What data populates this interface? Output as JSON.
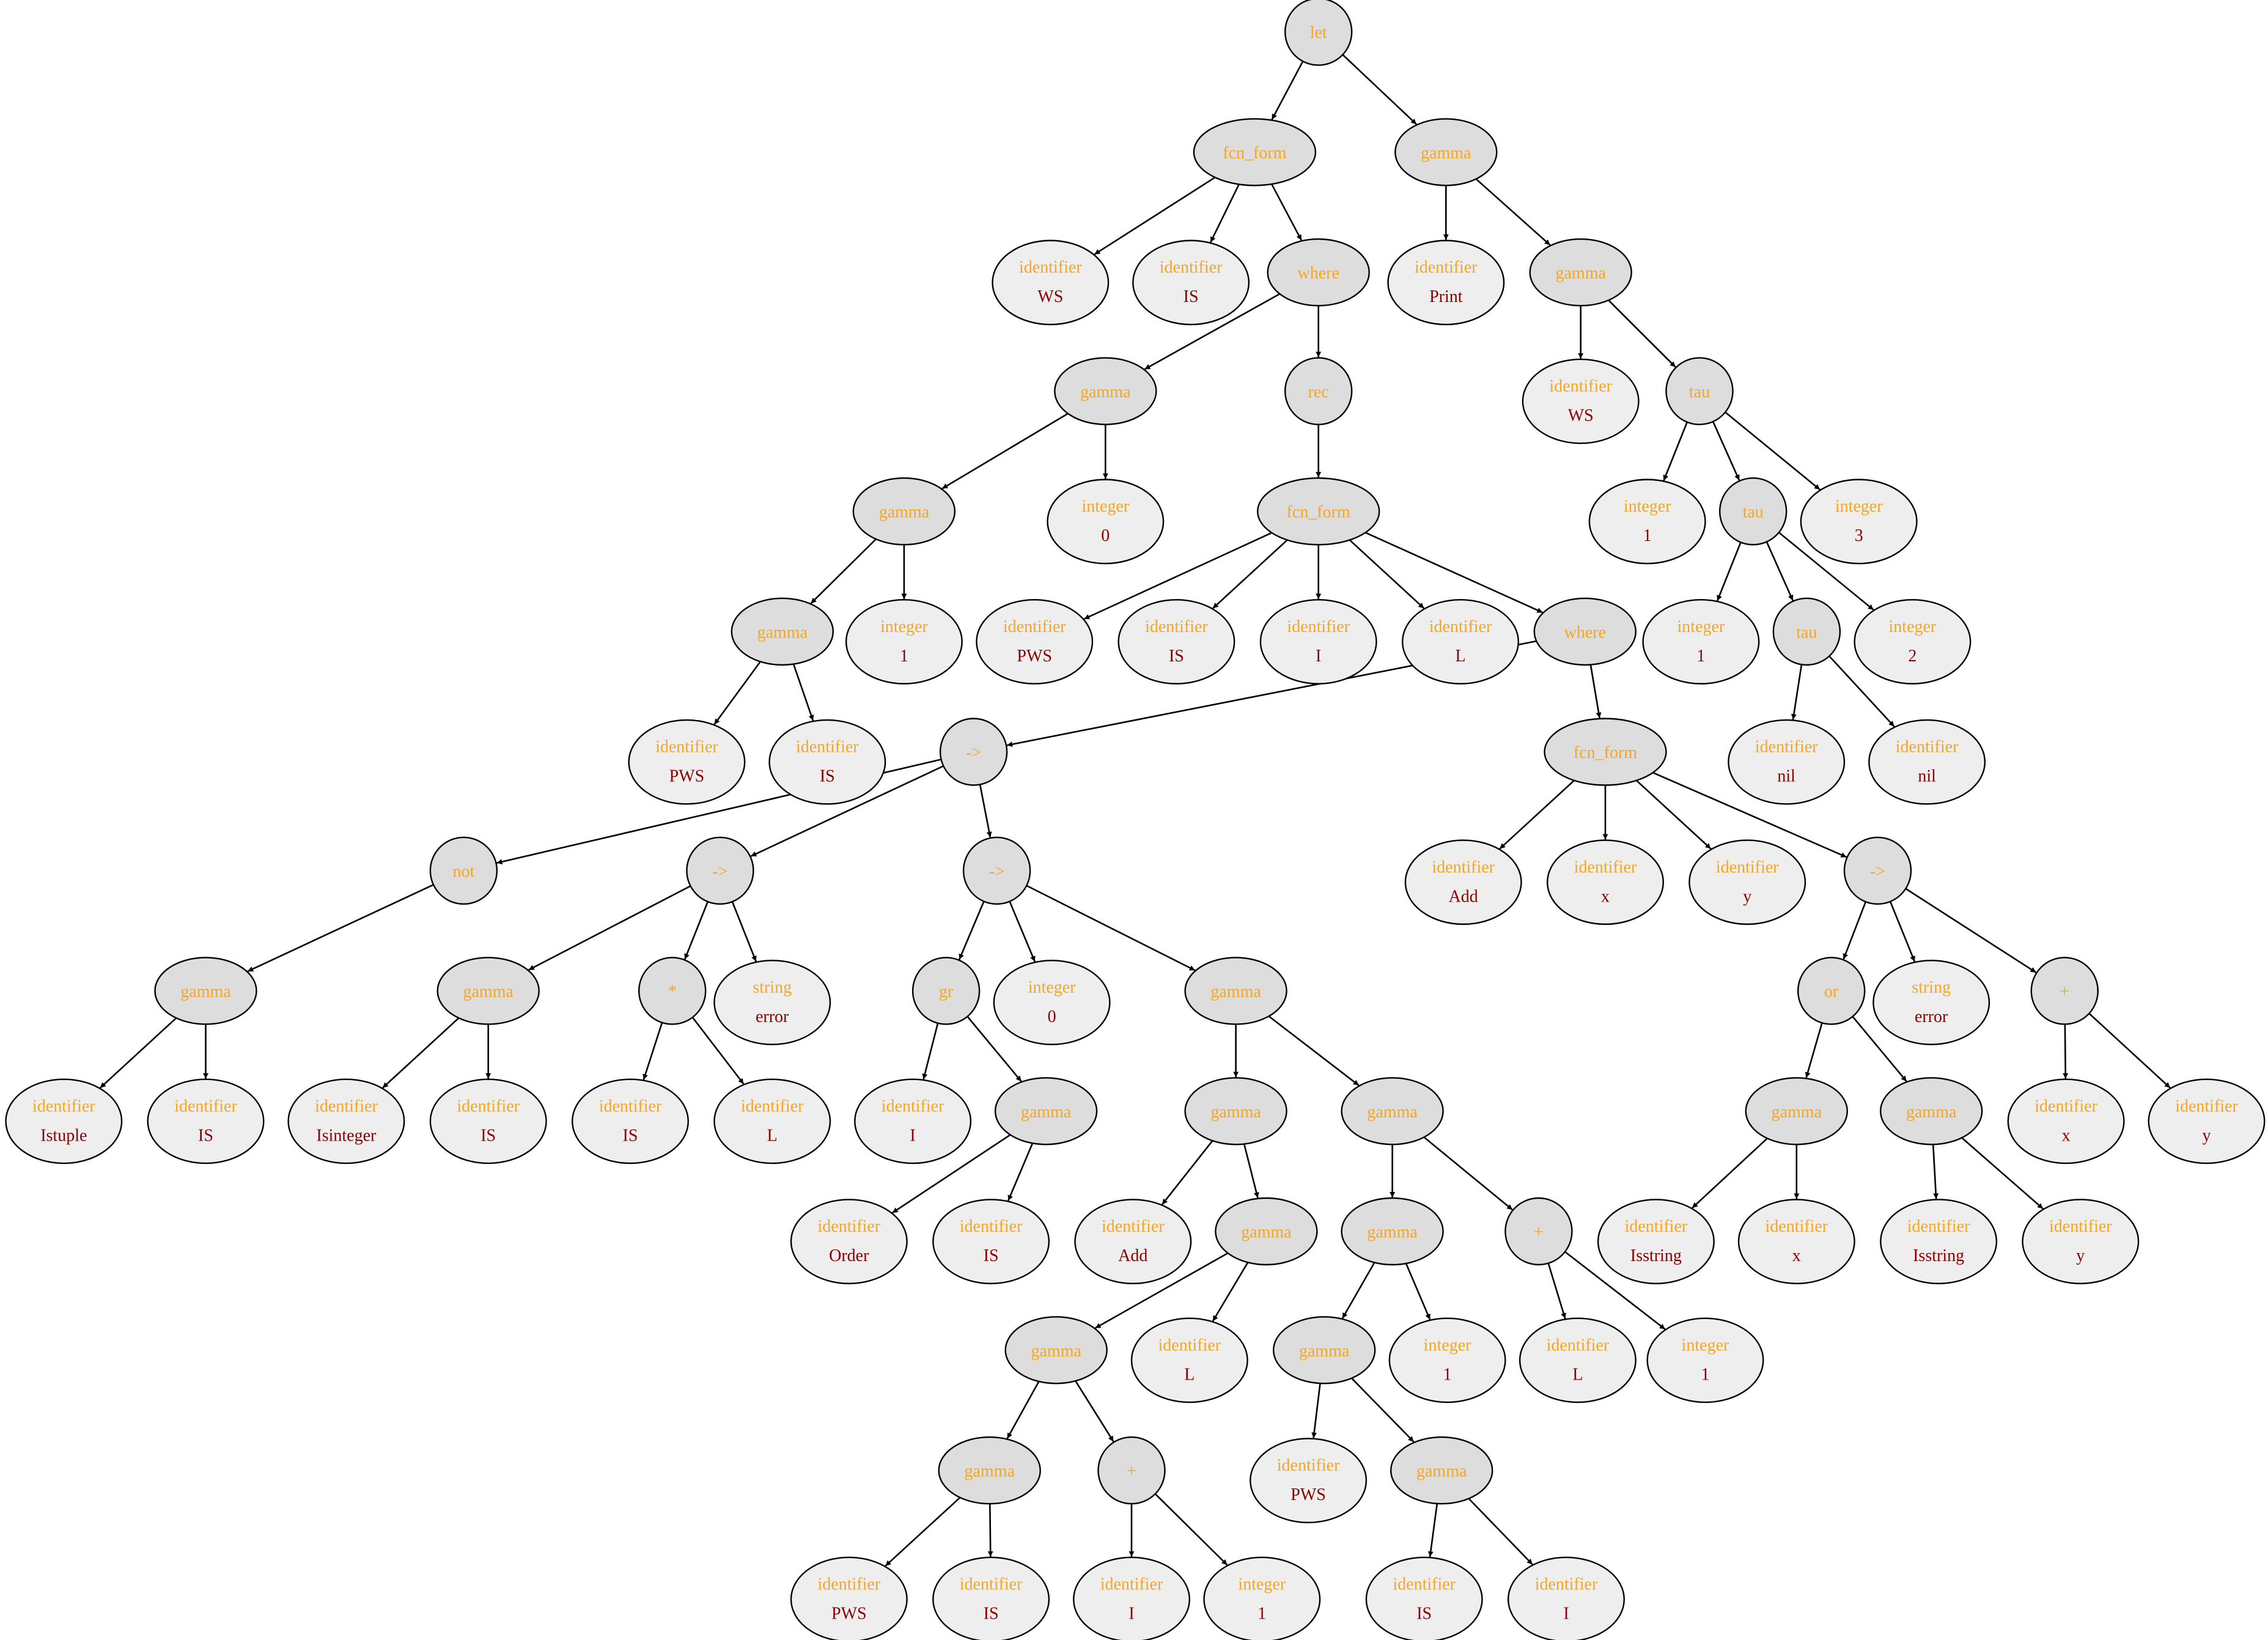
{
  "diagram": {
    "type": "abstract-syntax-tree",
    "colors": {
      "node_fill_internal": "#dddddd",
      "node_fill_leaf": "#eeeeee",
      "node_stroke": "#000000",
      "type_text": "#f5a623",
      "value_text": "#8b0000",
      "edge": "#000000"
    },
    "nodes": [
      {
        "id": "n0",
        "type": "let"
      },
      {
        "id": "n1",
        "type": "fcn_form",
        "parent": "n0"
      },
      {
        "id": "n2",
        "type": "gamma",
        "parent": "n0"
      },
      {
        "id": "n3",
        "type": "identifier",
        "value": "WS",
        "parent": "n1"
      },
      {
        "id": "n4",
        "type": "identifier",
        "value": "IS",
        "parent": "n1"
      },
      {
        "id": "n5",
        "type": "where",
        "parent": "n1"
      },
      {
        "id": "n6",
        "type": "identifier",
        "value": "Print",
        "parent": "n2"
      },
      {
        "id": "n7",
        "type": "gamma",
        "parent": "n2"
      },
      {
        "id": "n8",
        "type": "gamma",
        "parent": "n5"
      },
      {
        "id": "n9",
        "type": "rec",
        "parent": "n5"
      },
      {
        "id": "n10",
        "type": "identifier",
        "value": "WS",
        "parent": "n7"
      },
      {
        "id": "n11",
        "type": "tau",
        "parent": "n7"
      },
      {
        "id": "n12",
        "type": "gamma",
        "parent": "n8"
      },
      {
        "id": "n13",
        "type": "integer",
        "value": "0",
        "parent": "n8"
      },
      {
        "id": "n14",
        "type": "fcn_form",
        "parent": "n9"
      },
      {
        "id": "n15",
        "type": "integer",
        "value": "1",
        "parent": "n11"
      },
      {
        "id": "n16",
        "type": "tau",
        "parent": "n11"
      },
      {
        "id": "n17",
        "type": "integer",
        "value": "3",
        "parent": "n11"
      },
      {
        "id": "n18",
        "type": "gamma",
        "parent": "n12"
      },
      {
        "id": "n19",
        "type": "integer",
        "value": "1",
        "parent": "n12"
      },
      {
        "id": "n20",
        "type": "identifier",
        "value": "PWS",
        "parent": "n14"
      },
      {
        "id": "n21",
        "type": "identifier",
        "value": "IS",
        "parent": "n14"
      },
      {
        "id": "n22",
        "type": "identifier",
        "value": "I",
        "parent": "n14"
      },
      {
        "id": "n23",
        "type": "identifier",
        "value": "L",
        "parent": "n14"
      },
      {
        "id": "n24",
        "type": "where",
        "parent": "n14"
      },
      {
        "id": "n25",
        "type": "integer",
        "value": "1",
        "parent": "n16"
      },
      {
        "id": "n26",
        "type": "tau",
        "parent": "n16"
      },
      {
        "id": "n27",
        "type": "integer",
        "value": "2",
        "parent": "n16"
      },
      {
        "id": "n28",
        "type": "identifier",
        "value": "PWS",
        "parent": "n18"
      },
      {
        "id": "n29",
        "type": "identifier",
        "value": "IS",
        "parent": "n18"
      },
      {
        "id": "n30",
        "type": "->",
        "parent": "n24"
      },
      {
        "id": "n31",
        "type": "fcn_form",
        "parent": "n24"
      },
      {
        "id": "n32",
        "type": "identifier",
        "value": "nil",
        "parent": "n26"
      },
      {
        "id": "n33",
        "type": "identifier",
        "value": "nil",
        "parent": "n26"
      },
      {
        "id": "n34",
        "type": "not",
        "parent": "n30"
      },
      {
        "id": "n35",
        "type": "->",
        "parent": "n30"
      },
      {
        "id": "n36",
        "type": "->",
        "parent": "n30"
      },
      {
        "id": "n37",
        "type": "identifier",
        "value": "Add",
        "parent": "n31"
      },
      {
        "id": "n38",
        "type": "identifier",
        "value": "x",
        "parent": "n31"
      },
      {
        "id": "n39",
        "type": "identifier",
        "value": "y",
        "parent": "n31"
      },
      {
        "id": "n40",
        "type": "->",
        "parent": "n31"
      },
      {
        "id": "n41",
        "type": "gamma",
        "parent": "n34"
      },
      {
        "id": "n42",
        "type": "gamma",
        "parent": "n35"
      },
      {
        "id": "n43",
        "type": "*",
        "parent": "n35"
      },
      {
        "id": "n44",
        "type": "string",
        "value": "error",
        "parent": "n35"
      },
      {
        "id": "n45",
        "type": "gr",
        "parent": "n36"
      },
      {
        "id": "n46",
        "type": "integer",
        "value": "0",
        "parent": "n36"
      },
      {
        "id": "n47",
        "type": "gamma",
        "parent": "n36"
      },
      {
        "id": "n48",
        "type": "or",
        "parent": "n40"
      },
      {
        "id": "n49",
        "type": "string",
        "value": "error",
        "parent": "n40"
      },
      {
        "id": "n50",
        "type": "+",
        "parent": "n40"
      },
      {
        "id": "n51",
        "type": "identifier",
        "value": "Istuple",
        "parent": "n41"
      },
      {
        "id": "n52",
        "type": "identifier",
        "value": "IS",
        "parent": "n41"
      },
      {
        "id": "n53",
        "type": "identifier",
        "value": "Isinteger",
        "parent": "n42"
      },
      {
        "id": "n54",
        "type": "identifier",
        "value": "IS",
        "parent": "n42"
      },
      {
        "id": "n55",
        "type": "identifier",
        "value": "IS",
        "parent": "n43"
      },
      {
        "id": "n56",
        "type": "identifier",
        "value": "L",
        "parent": "n43"
      },
      {
        "id": "n57",
        "type": "identifier",
        "value": "I",
        "parent": "n45"
      },
      {
        "id": "n58",
        "type": "gamma",
        "parent": "n45"
      },
      {
        "id": "n59",
        "type": "gamma",
        "parent": "n47"
      },
      {
        "id": "n60",
        "type": "gamma",
        "parent": "n47"
      },
      {
        "id": "n61",
        "type": "gamma",
        "parent": "n48"
      },
      {
        "id": "n62",
        "type": "gamma",
        "parent": "n48"
      },
      {
        "id": "n63",
        "type": "identifier",
        "value": "x",
        "parent": "n50"
      },
      {
        "id": "n64",
        "type": "identifier",
        "value": "y",
        "parent": "n50"
      },
      {
        "id": "n65",
        "type": "identifier",
        "value": "Order",
        "parent": "n58"
      },
      {
        "id": "n66",
        "type": "identifier",
        "value": "IS",
        "parent": "n58"
      },
      {
        "id": "n67",
        "type": "identifier",
        "value": "Add",
        "parent": "n59"
      },
      {
        "id": "n68",
        "type": "gamma",
        "parent": "n59"
      },
      {
        "id": "n69",
        "type": "gamma",
        "parent": "n60"
      },
      {
        "id": "n70",
        "type": "+",
        "parent": "n60"
      },
      {
        "id": "n71",
        "type": "identifier",
        "value": "Isstring",
        "parent": "n61"
      },
      {
        "id": "n72",
        "type": "identifier",
        "value": "x",
        "parent": "n61"
      },
      {
        "id": "n73",
        "type": "identifier",
        "value": "Isstring",
        "parent": "n62"
      },
      {
        "id": "n74",
        "type": "identifier",
        "value": "y",
        "parent": "n62"
      },
      {
        "id": "n75",
        "type": "gamma",
        "parent": "n68"
      },
      {
        "id": "n76",
        "type": "identifier",
        "value": "L",
        "parent": "n68"
      },
      {
        "id": "n77",
        "type": "gamma",
        "parent": "n69"
      },
      {
        "id": "n78",
        "type": "integer",
        "value": "1",
        "parent": "n69"
      },
      {
        "id": "n79",
        "type": "identifier",
        "value": "L",
        "parent": "n70"
      },
      {
        "id": "n80",
        "type": "integer",
        "value": "1",
        "parent": "n70"
      },
      {
        "id": "n81",
        "type": "gamma",
        "parent": "n75"
      },
      {
        "id": "n82",
        "type": "+",
        "parent": "n75"
      },
      {
        "id": "n83",
        "type": "identifier",
        "value": "PWS",
        "parent": "n77"
      },
      {
        "id": "n84",
        "type": "gamma",
        "parent": "n77"
      },
      {
        "id": "n85",
        "type": "identifier",
        "value": "PWS",
        "parent": "n81"
      },
      {
        "id": "n86",
        "type": "identifier",
        "value": "IS",
        "parent": "n81"
      },
      {
        "id": "n87",
        "type": "identifier",
        "value": "I",
        "parent": "n82"
      },
      {
        "id": "n88",
        "type": "integer",
        "value": "1",
        "parent": "n82"
      },
      {
        "id": "n89",
        "type": "identifier",
        "value": "IS",
        "parent": "n84"
      },
      {
        "id": "n90",
        "type": "identifier",
        "value": "I",
        "parent": "n84"
      }
    ]
  }
}
